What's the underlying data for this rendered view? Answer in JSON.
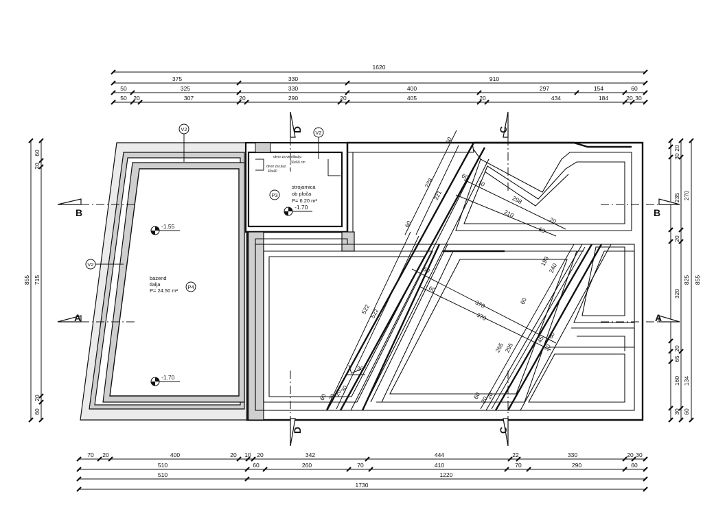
{
  "dims_top": {
    "row1": [
      "1620"
    ],
    "row2": [
      "375",
      "330",
      "910"
    ],
    "row3": [
      "50",
      "325",
      "330",
      "400",
      "297",
      "154",
      "60"
    ],
    "row4": [
      "50",
      "20",
      "307",
      "20",
      "290",
      "20",
      "405",
      "20",
      "434",
      "184",
      "20",
      "30"
    ]
  },
  "dims_bottom": {
    "row1": [
      "70",
      "20",
      "400",
      "20",
      "10",
      "20",
      "342",
      "444",
      "22",
      "330",
      "20",
      "30"
    ],
    "row2": [
      "510",
      "60",
      "260",
      "70",
      "410",
      "70",
      "290",
      "60"
    ],
    "row3": [
      "510",
      "1220"
    ],
    "row4": [
      "1730"
    ]
  },
  "dims_left": {
    "outer": "855",
    "inner": "715",
    "top": [
      "20",
      "60"
    ],
    "bottom": [
      "60",
      "20"
    ]
  },
  "dims_right": {
    "outer": "855",
    "second": "825",
    "chain": [
      "20",
      "30",
      "235",
      "20",
      "320",
      "20",
      "65",
      "160",
      "30"
    ],
    "inner": [
      "270",
      "134",
      "60"
    ]
  },
  "sections": {
    "A": "A",
    "B": "B",
    "C": "C",
    "D": "D"
  },
  "pool": {
    "name": "bazend",
    "floor": "tlalja",
    "area": "P= 24.50 m²",
    "tag": "P4",
    "level_top": "-1.55",
    "level_bottom": "-1.70"
  },
  "machine_room": {
    "name": "strojarnica",
    "sub": "ob ploča",
    "area": "P= 6.20 m²",
    "tag": "P3",
    "level": "-1.70",
    "note1": "otvor za ventilaciju",
    "note2": "otvor za ulaz",
    "note3": "60x60 cm",
    "note4": "40x40"
  },
  "wall_tags": [
    "V2",
    "V2",
    "V2"
  ],
  "diag_dims": [
    "60",
    "228",
    "221",
    "60",
    "522",
    "522",
    "60",
    "20",
    "20",
    "30",
    "26°",
    "60",
    "10",
    "298",
    "210",
    "60",
    "20",
    "193",
    "240",
    "60",
    "370",
    "370",
    "60",
    "60",
    "265",
    "295",
    "60",
    "20",
    "20",
    "45",
    "60",
    "20"
  ]
}
